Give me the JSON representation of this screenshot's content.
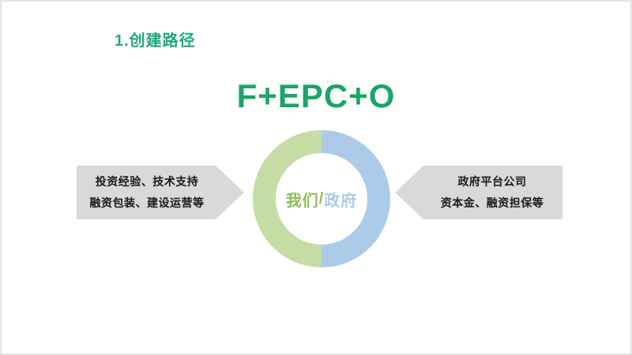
{
  "colors": {
    "accent_green": "#1fa97d",
    "heading_green": "#1ba568",
    "donut_green": "#c5dda4",
    "donut_blue": "#abcbe9",
    "label_green": "#8cbf55",
    "label_blue": "#a9cbe8",
    "arrow_gray": "#d9d9d9",
    "arrow_text": "#1a1a1a"
  },
  "title": "1.创建路径",
  "heading": "F+EPC+O",
  "diagram": {
    "left_arrow": {
      "lines": [
        "投资经验、技术支持",
        "融资包装、建设运营等"
      ]
    },
    "right_arrow": {
      "lines": [
        "政府平台公司",
        "资本金、融资担保等"
      ]
    },
    "donut": {
      "label_left": "我们",
      "separator": "/",
      "label_right": "政府"
    }
  }
}
